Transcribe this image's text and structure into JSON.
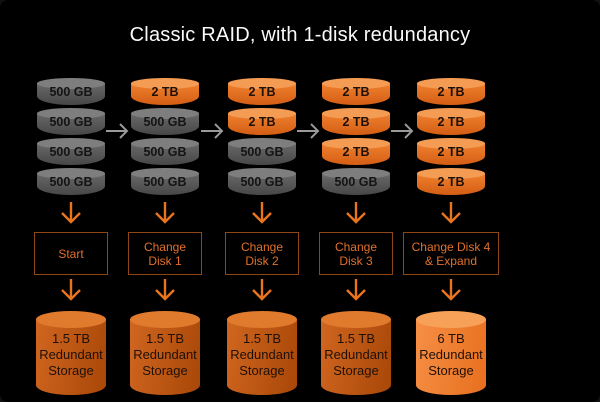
{
  "title": "Classic RAID, with 1-disk redundancy",
  "colors": {
    "background": "#000000",
    "title_text": "#fafafa",
    "accent_orange": "#e8741e",
    "disk_orange": "#ef7d2e",
    "disk_gray": "#5f5f5f",
    "result_cylinder": "#c05515",
    "result_cylinder_expanded": "#f28a3e",
    "arrow_gray": "#9a9a9a",
    "step_box_border": "#8f4514",
    "step_text": "#e1702a"
  },
  "icons": {
    "down_arrow": "↓",
    "right_arrow": "→"
  },
  "columns": [
    {
      "step": "Start",
      "disks": [
        {
          "label": "500 GB",
          "variant": "gray"
        },
        {
          "label": "500 GB",
          "variant": "gray"
        },
        {
          "label": "500 GB",
          "variant": "gray"
        },
        {
          "label": "500 GB",
          "variant": "gray"
        }
      ],
      "result": "1.5 TB\nRedundant\nStorage",
      "result_variant": "dark"
    },
    {
      "step": "Change\nDisk 1",
      "disks": [
        {
          "label": "2 TB",
          "variant": "orange"
        },
        {
          "label": "500 GB",
          "variant": "gray"
        },
        {
          "label": "500 GB",
          "variant": "gray"
        },
        {
          "label": "500 GB",
          "variant": "gray"
        }
      ],
      "result": "1.5 TB\nRedundant\nStorage",
      "result_variant": "dark"
    },
    {
      "step": "Change\nDisk 2",
      "disks": [
        {
          "label": "2 TB",
          "variant": "orange"
        },
        {
          "label": "2 TB",
          "variant": "orange"
        },
        {
          "label": "500 GB",
          "variant": "gray"
        },
        {
          "label": "500 GB",
          "variant": "gray"
        }
      ],
      "result": "1.5 TB\nRedundant\nStorage",
      "result_variant": "dark"
    },
    {
      "step": "Change\nDisk 3",
      "disks": [
        {
          "label": "2 TB",
          "variant": "orange"
        },
        {
          "label": "2 TB",
          "variant": "orange"
        },
        {
          "label": "2 TB",
          "variant": "orange"
        },
        {
          "label": "500 GB",
          "variant": "gray"
        }
      ],
      "result": "1.5 TB\nRedundant\nStorage",
      "result_variant": "dark"
    },
    {
      "step": "Change Disk 4\n& Expand",
      "disks": [
        {
          "label": "2 TB",
          "variant": "orange"
        },
        {
          "label": "2 TB",
          "variant": "orange"
        },
        {
          "label": "2 TB",
          "variant": "orange"
        },
        {
          "label": "2 TB",
          "variant": "orange"
        }
      ],
      "result": "6 TB\nRedundant\nStorage",
      "result_variant": "bright"
    }
  ]
}
